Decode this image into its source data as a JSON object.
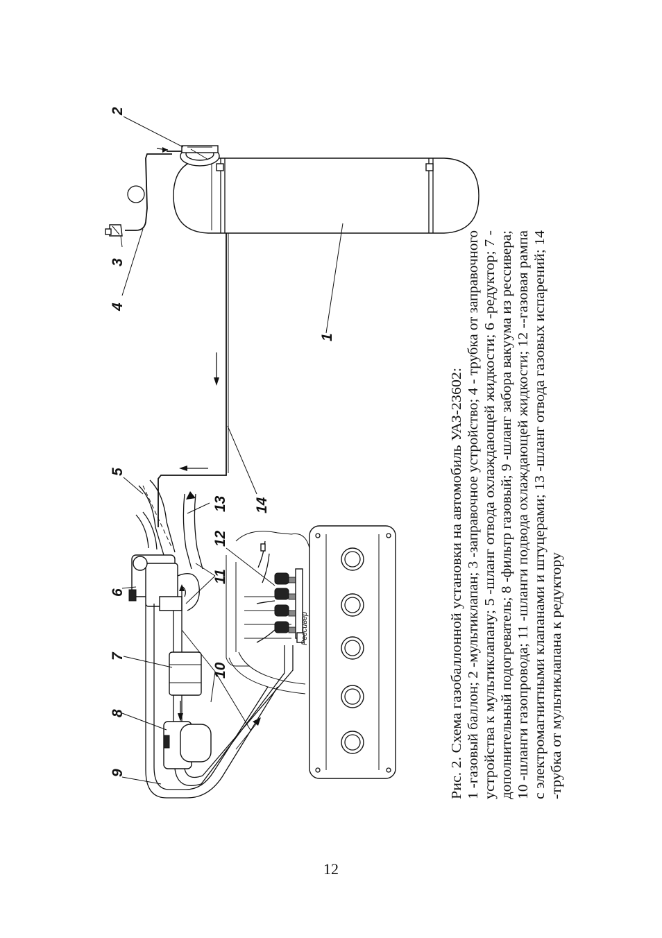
{
  "figure": {
    "labels": {
      "l1": "1",
      "l2": "2",
      "l3": "3",
      "l4": "4",
      "l5": "5",
      "l6": "6",
      "l7": "7",
      "l8": "8",
      "l9": "9",
      "l10": "10",
      "l11": "11",
      "l12": "12",
      "l13": "13",
      "l14": "14",
      "receiver": "Рессивер"
    },
    "caption": {
      "title": "Рис. 2. Схема газобаллонной установки на автомобиль УАЗ-23602:",
      "lines": [
        "1 -газовый баллон; 2 -мультиклапан; 3 -заправочное устройство; 4 - трубка от заправочного",
        "устройства к мультиклапану; 5 -шланг отвода охлаждающей жидкости; 6 -редуктор; 7 -",
        "дополнительный подогреватель; 8 -фильтр газовый; 9 -шланг забора вакуума из рессивера;",
        "10 -шланги газопровода; 11 -шланги подвода охлаждающей жидкости; 12 --газовая рампа",
        "с электромагнитными клапанами и штуцерами; 13 -шланг отвода газовых испарений; 14",
        "-трубка от мультиклапана к редуктору"
      ]
    }
  },
  "page": {
    "number": "12"
  }
}
